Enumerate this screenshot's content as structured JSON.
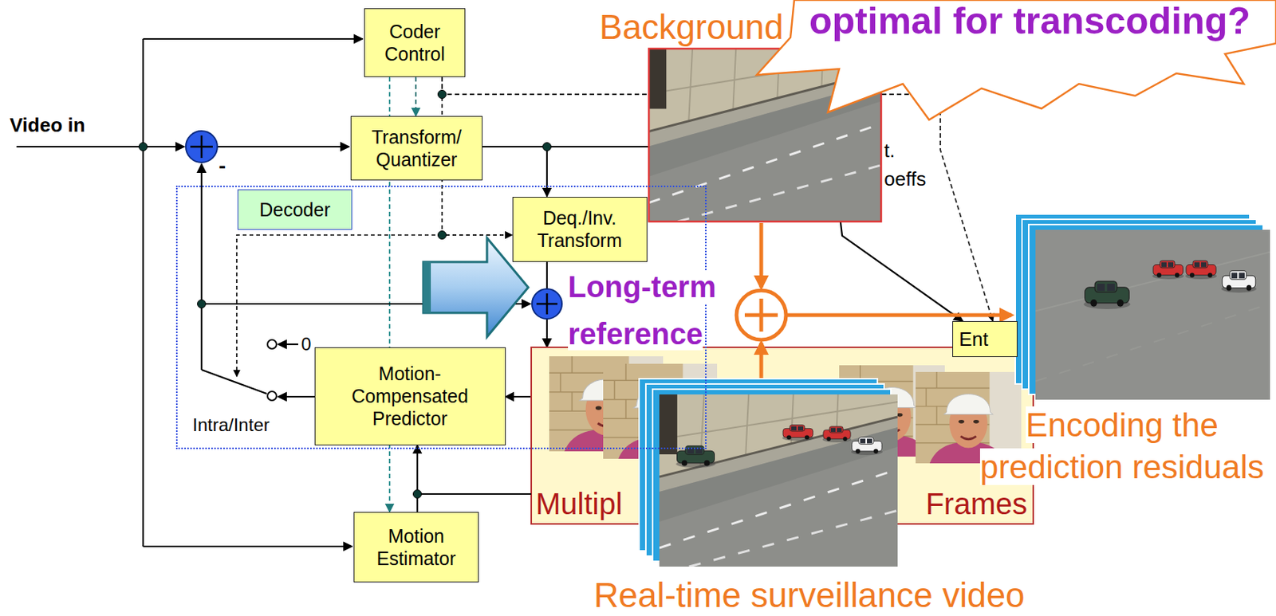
{
  "diagram": {
    "nodes": [
      {
        "text": [
          "Coder Control"
        ]
      },
      {
        "text": [
          "optimal for transcoding?"
        ]
      },
      {
        "text": [
          "Transform/ Quantizer"
        ]
      },
      {
        "text": [
          "Decoder"
        ]
      },
      {
        "text": [
          "Deq./Inv. Transform"
        ],
        "in": 3
      },
      {
        "text": [
          "Motion- Compensated Predictor"
        ],
        "in": 3
      },
      {
        "text": [
          "Ent"
        ]
      },
      {
        "text": [
          "Multipl",
          "Frames"
        ]
      },
      {
        "text": [
          "Motion Estimator"
        ]
      }
    ],
    "edges": [
      {
        "from": 0,
        "to": 2,
        "arrow": "to"
      },
      {
        "from": 0,
        "to": 4,
        "arrow": "to"
      },
      {
        "from": 0,
        "to": 8,
        "arrow": "to"
      },
      {
        "from": 0,
        "to": 6,
        "arrow": "to"
      },
      {
        "from": 2,
        "to": 4,
        "arrow": "to"
      },
      {
        "from": 2,
        "to": 6,
        "arrow": "to"
      },
      {
        "from": 4,
        "to": 7,
        "arrow": "to"
      },
      {
        "from": 7,
        "to": 5,
        "arrow": "to"
      },
      {
        "from": 8,
        "to": 5,
        "arrow": "to"
      }
    ],
    "labels": [
      "Background",
      "Video in",
      "-",
      "t.",
      "oeffs",
      "Long-term reference",
      "0",
      "Encoding the prediction residuals",
      "Intra/Inter",
      "Real-time surveillance video"
    ]
  }
}
